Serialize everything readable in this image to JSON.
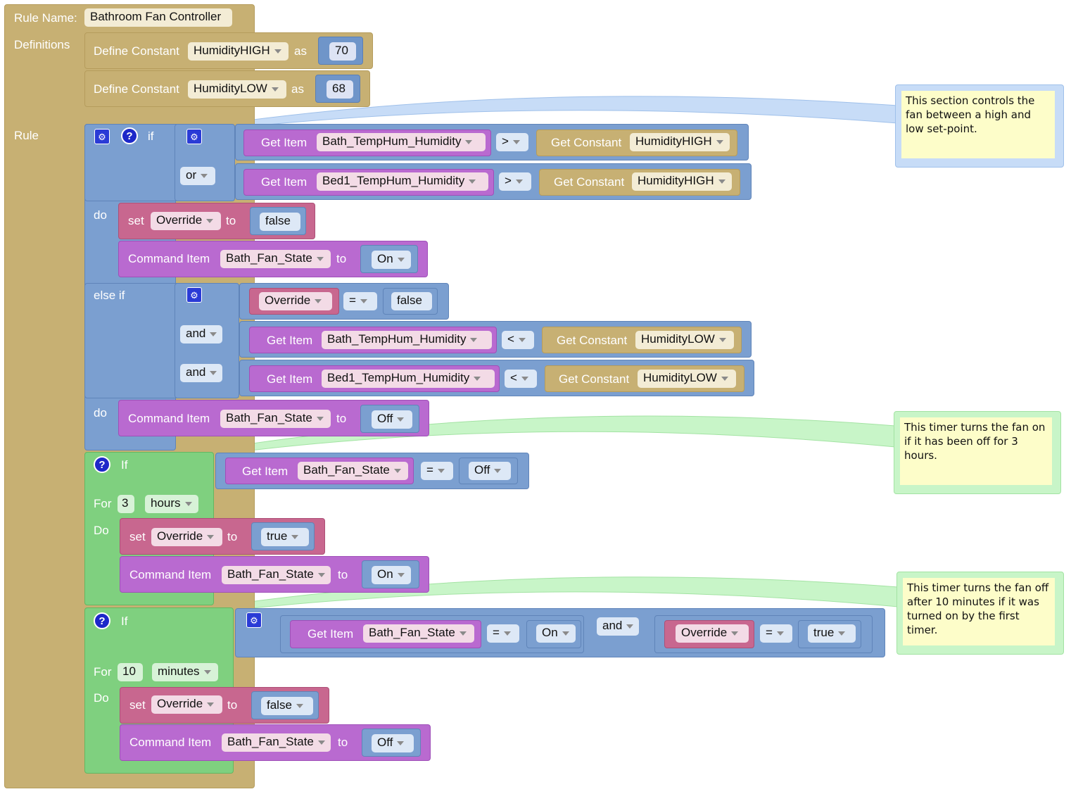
{
  "rule": {
    "name_label": "Rule Name:",
    "name_value": "Bathroom Fan Controller",
    "definitions_label": "Definitions",
    "rule_label": "Rule"
  },
  "definitions": [
    {
      "prefix": "Define Constant",
      "name": "HumidityHIGH",
      "as": "as",
      "value": "70"
    },
    {
      "prefix": "Define Constant",
      "name": "HumidityLOW",
      "as": "as",
      "value": "68"
    }
  ],
  "if_block": {
    "if_label": "if",
    "or_label": "or",
    "do_label": "do",
    "else_if_label": "else if",
    "and_label": "and",
    "cond1": {
      "get_item": "Get Item",
      "item": "Bath_TempHum_Humidity",
      "op": ">",
      "get_const": "Get Constant",
      "const": "HumidityHIGH"
    },
    "cond2": {
      "get_item": "Get Item",
      "item": "Bed1_TempHum_Humidity",
      "op": ">",
      "get_const": "Get Constant",
      "const": "HumidityHIGH"
    },
    "do1": {
      "set": "set",
      "var": "Override",
      "to": "to",
      "val": "false",
      "cmd": "Command Item",
      "item": "Bath_Fan_State",
      "cmd_to": "to",
      "cmd_val": "On"
    },
    "cond3": {
      "var": "Override",
      "op": "=",
      "val": "false"
    },
    "cond4": {
      "get_item": "Get Item",
      "item": "Bath_TempHum_Humidity",
      "op": "<",
      "get_const": "Get Constant",
      "const": "HumidityLOW"
    },
    "cond5": {
      "get_item": "Get Item",
      "item": "Bed1_TempHum_Humidity",
      "op": "<",
      "get_const": "Get Constant",
      "const": "HumidityLOW"
    },
    "do2": {
      "cmd": "Command Item",
      "item": "Bath_Fan_State",
      "cmd_to": "to",
      "cmd_val": "Off"
    }
  },
  "timer1": {
    "if_label": "If",
    "get_item": "Get Item",
    "item": "Bath_Fan_State",
    "op": "=",
    "val": "Off",
    "for_label": "For",
    "count": "3",
    "unit": "hours",
    "do_label": "Do",
    "set": "set",
    "var": "Override",
    "to": "to",
    "set_val": "true",
    "cmd": "Command Item",
    "cmd_item": "Bath_Fan_State",
    "cmd_to": "to",
    "cmd_val": "On"
  },
  "timer2": {
    "if_label": "If",
    "get_item": "Get Item",
    "item": "Bath_Fan_State",
    "op": "=",
    "val": "On",
    "and_label": "and",
    "var": "Override",
    "op2": "=",
    "val2": "true",
    "for_label": "For",
    "count": "10",
    "unit": "minutes",
    "do_label": "Do",
    "set": "set",
    "set_var": "Override",
    "to": "to",
    "set_val": "false",
    "cmd": "Command Item",
    "cmd_item": "Bath_Fan_State",
    "cmd_to": "to",
    "cmd_val": "Off"
  },
  "comments": [
    "This section controls the fan between a high and low set-point.",
    "This timer turns the fan on if it has been off for 3 hours.",
    "This timer turns the fan off after 10 minutes if it was turned on by the first timer."
  ],
  "colors": {
    "rule": "#c7b073",
    "logic": "#7b9fd0",
    "variable": "#c8678f",
    "item": "#b96ad0",
    "timer": "#7fd07f",
    "comment": "#fdfdc9"
  }
}
